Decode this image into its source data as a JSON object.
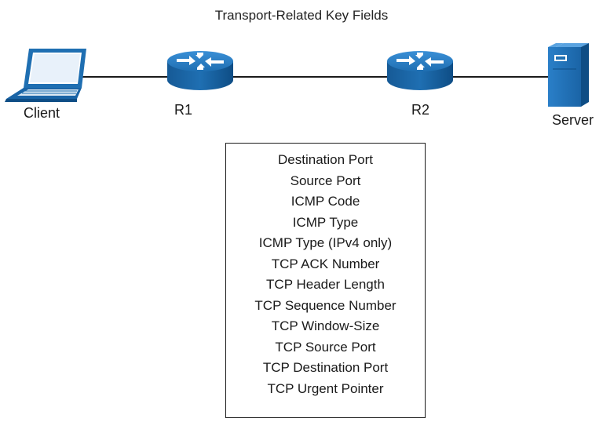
{
  "title": "Transport-Related Key Fields",
  "devices": {
    "client": {
      "label": "Client",
      "icon": "laptop-icon"
    },
    "r1": {
      "label": "R1",
      "icon": "router-icon"
    },
    "r2": {
      "label": "R2",
      "icon": "router-icon"
    },
    "server": {
      "label": "Server",
      "icon": "server-icon"
    }
  },
  "colors": {
    "device_blue": "#1f6fb2",
    "device_dark": "#0e4d85",
    "link": "#1a1a1a"
  },
  "fields": [
    "Destination Port",
    "Source Port",
    "ICMP Code",
    "ICMP Type",
    "ICMP Type (IPv4 only)",
    "TCP ACK Number",
    "TCP Header Length",
    "TCP Sequence Number",
    "TCP Window-Size",
    "TCP Source Port",
    "TCP Destination Port",
    "TCP Urgent Pointer"
  ]
}
